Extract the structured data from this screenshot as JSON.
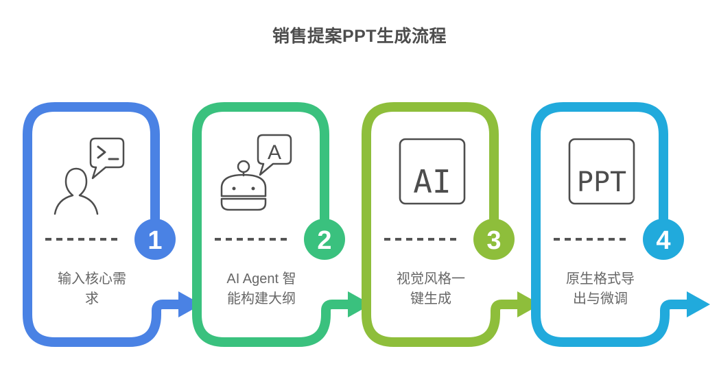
{
  "title": "销售提案PPT生成流程",
  "title_color": "#4d4d4d",
  "icon_stroke_color": "#4d4d4d",
  "text_color": "#666666",
  "steps": [
    {
      "number": "1",
      "label": "输入核心需求",
      "line1": "输入核心需",
      "line2": "求",
      "color": "#4a82e4",
      "icon": "user-terminal-chat-icon"
    },
    {
      "number": "2",
      "label": "AI Agent 智能构建大纲",
      "line1": "AI Agent 智",
      "line2": "能构建大纲",
      "color": "#3ac17e",
      "icon": "robot-chat-icon",
      "bubble_text": "A"
    },
    {
      "number": "3",
      "label": "视觉风格一键生成",
      "line1": "视觉风格一",
      "line2": "键生成",
      "color": "#8ebe3b",
      "icon": "ai-square-icon",
      "icon_text": "AI"
    },
    {
      "number": "4",
      "label": "原生格式导出与微调",
      "line1": "原生格式导",
      "line2": "出与微调",
      "color": "#21aadc",
      "icon": "ppt-square-icon",
      "icon_text": "PPT"
    }
  ]
}
